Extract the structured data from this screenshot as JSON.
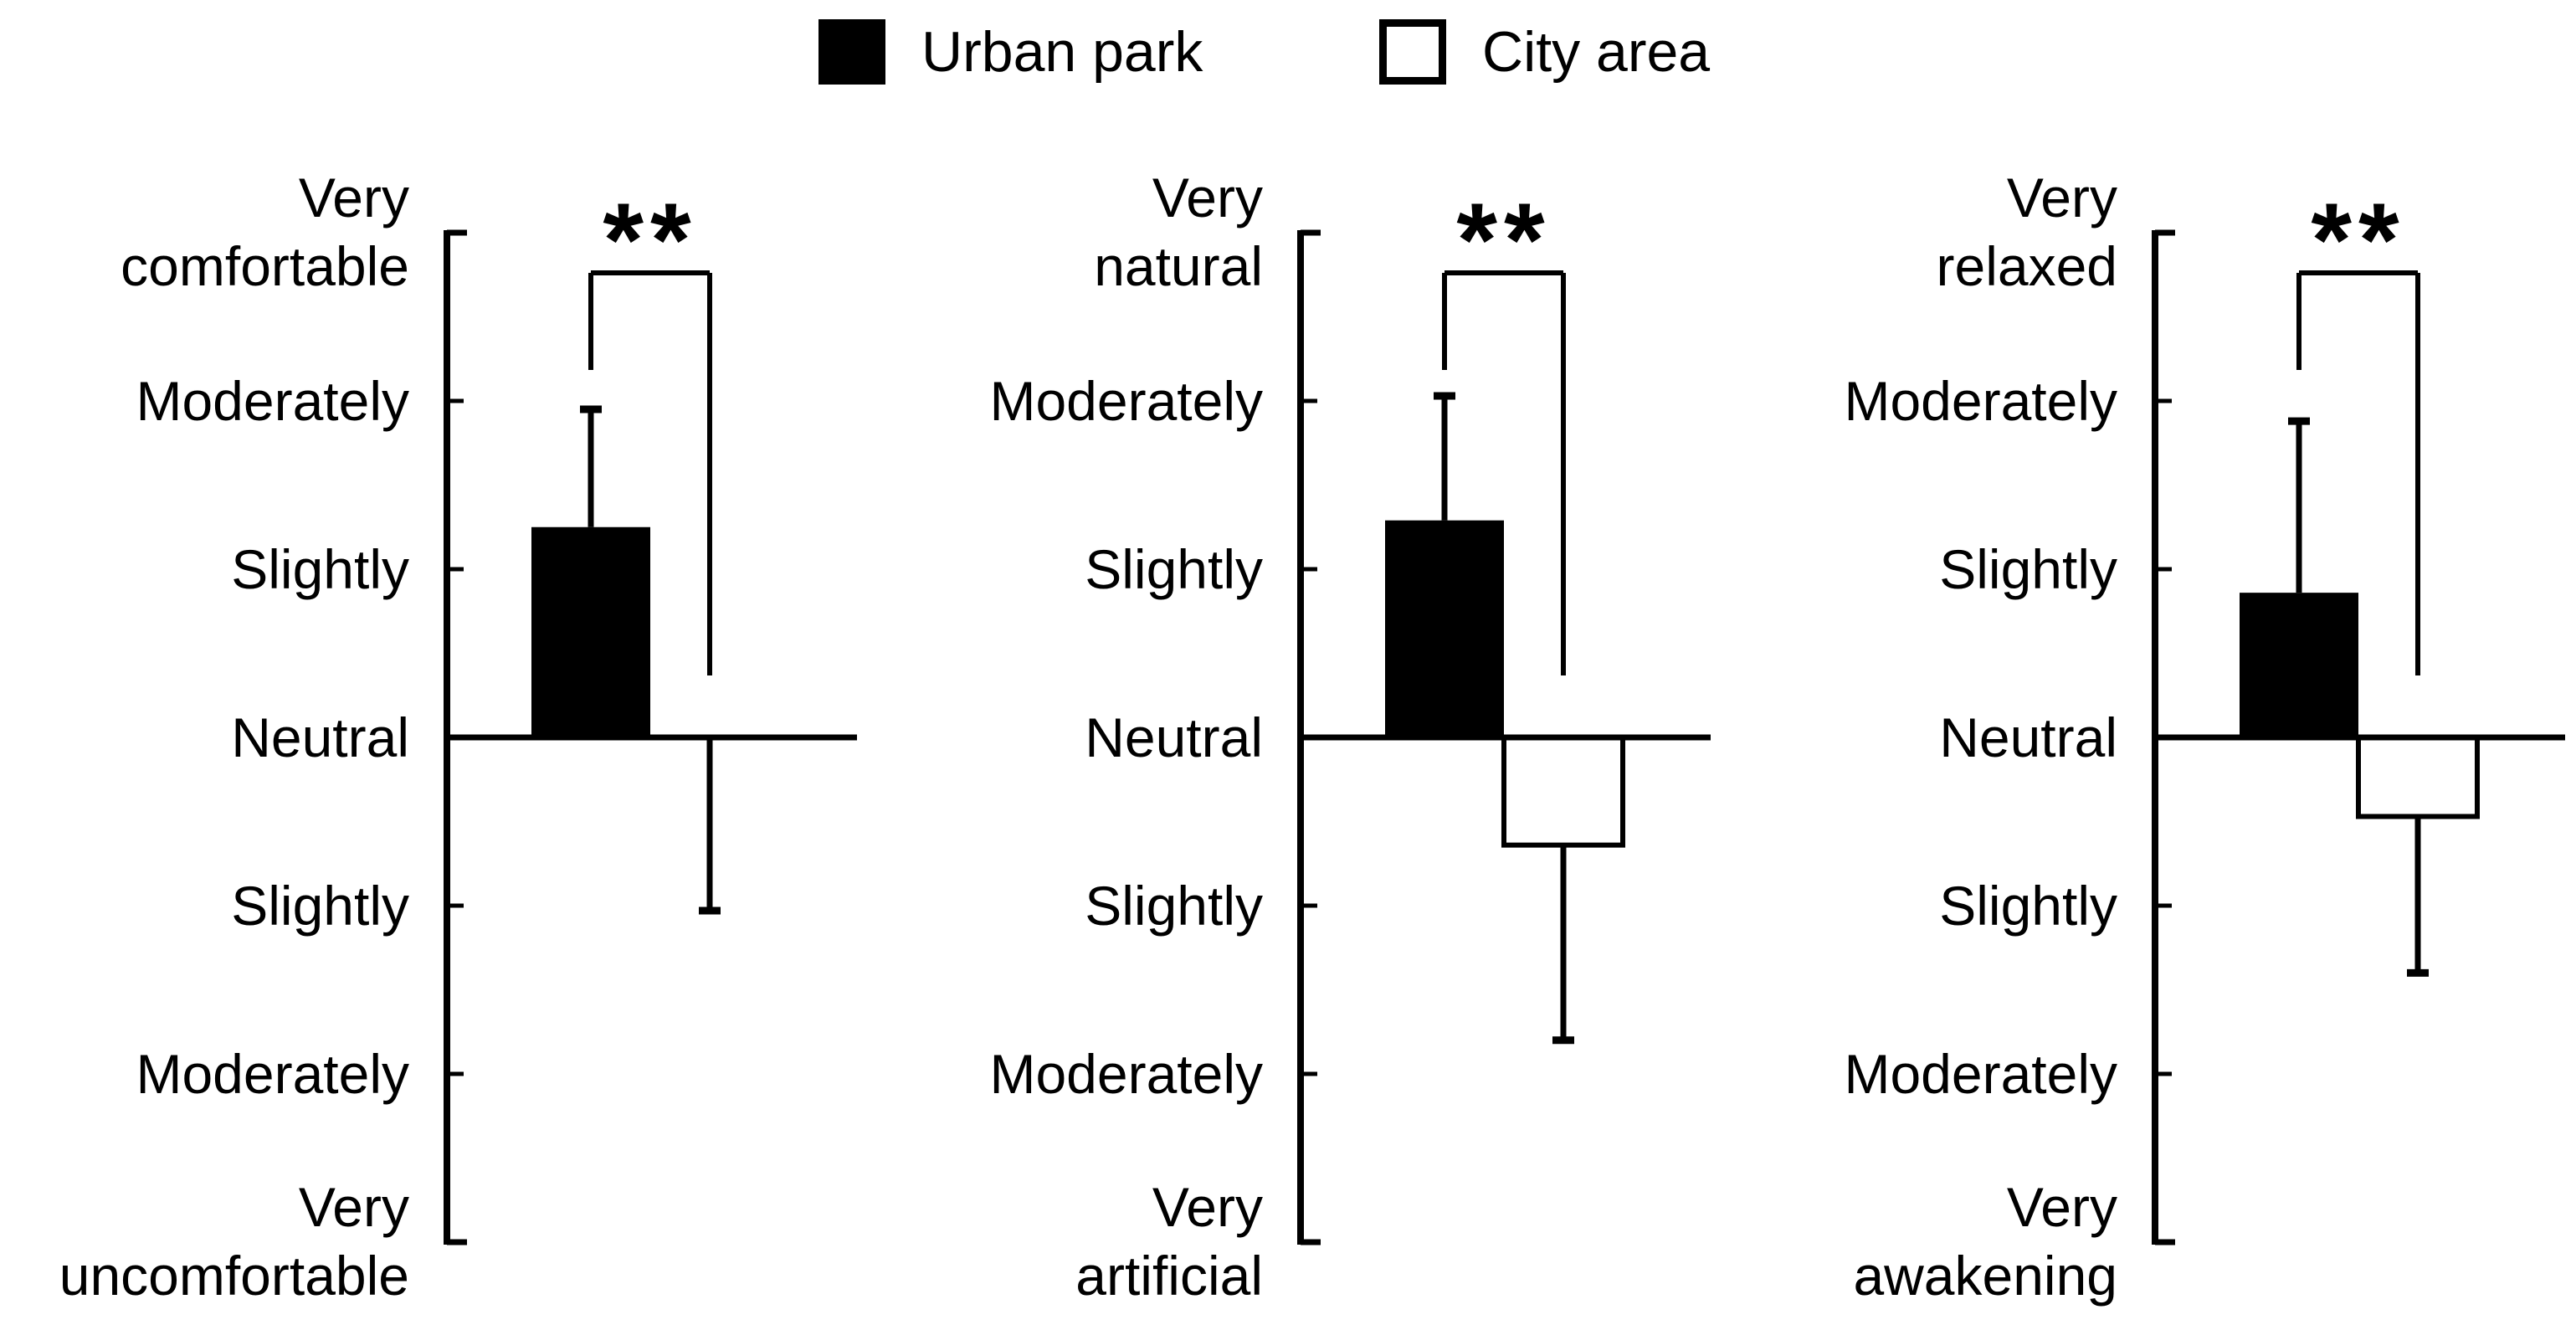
{
  "figure": {
    "background": "#ffffff",
    "ink": "#000000",
    "description": "Three-panel mean rating bar chart comparing Urban park vs City area on bipolar 7-point scales"
  },
  "legend": {
    "position": "top-center",
    "items": [
      {
        "label": "Urban park",
        "swatch_fill": "#000000",
        "swatch_border": "#000000"
      },
      {
        "label": "City area",
        "swatch_fill": "#ffffff",
        "swatch_border": "#000000"
      }
    ]
  },
  "chart_data": [
    {
      "type": "bar",
      "panel": "comfort",
      "scale_labels": [
        "Very comfortable",
        "Moderately",
        "Slightly",
        "Neutral",
        "Slightly",
        "Moderately",
        "Very uncomfortable"
      ],
      "ylim": [
        -3,
        3
      ],
      "grid": false,
      "error_bars": "one-sided, away from zero",
      "series": [
        {
          "name": "Urban park",
          "mean": 1.25,
          "sd": 0.7,
          "fill": "#000000"
        },
        {
          "name": "City area",
          "mean": 0.0,
          "sd": 1.03,
          "fill": "#ffffff"
        }
      ],
      "significance": "**"
    },
    {
      "type": "bar",
      "panel": "naturalness",
      "scale_labels": [
        "Very natural",
        "Moderately",
        "Slightly",
        "Neutral",
        "Slightly",
        "Moderately",
        "Very artificial"
      ],
      "ylim": [
        -3,
        3
      ],
      "grid": false,
      "error_bars": "one-sided, away from zero",
      "series": [
        {
          "name": "Urban park",
          "mean": 1.29,
          "sd": 0.74,
          "fill": "#000000"
        },
        {
          "name": "City area",
          "mean": -0.64,
          "sd": 1.16,
          "fill": "#ffffff"
        }
      ],
      "significance": "**"
    },
    {
      "type": "bar",
      "panel": "relaxation",
      "scale_labels": [
        "Very relaxed",
        "Moderately",
        "Slightly",
        "Neutral",
        "Slightly",
        "Moderately",
        "Very awakening"
      ],
      "ylim": [
        -3,
        3
      ],
      "grid": false,
      "error_bars": "one-sided, away from zero",
      "series": [
        {
          "name": "Urban park",
          "mean": 0.86,
          "sd": 1.02,
          "fill": "#000000"
        },
        {
          "name": "City area",
          "mean": -0.47,
          "sd": 0.93,
          "fill": "#ffffff"
        }
      ],
      "significance": "**"
    }
  ]
}
